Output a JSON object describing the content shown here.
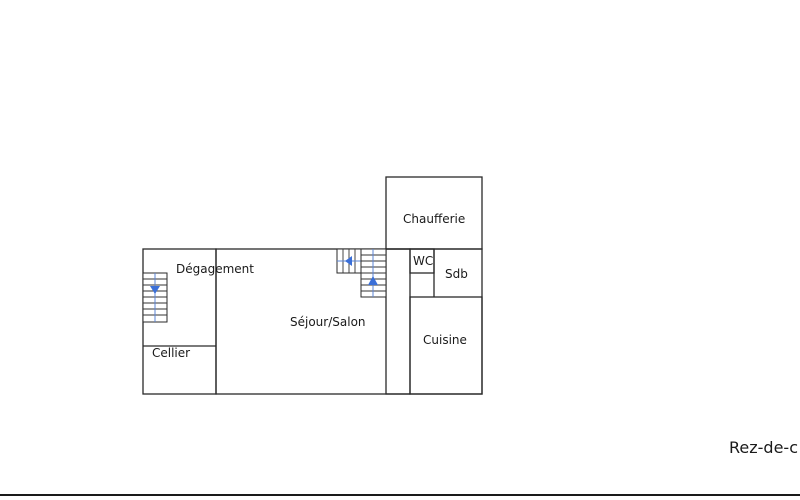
{
  "plan": {
    "floor_name": "Rez-de-c",
    "rooms": {
      "degagement": "Dégagement",
      "cellier": "Cellier",
      "sejour": "Séjour/Salon",
      "chaufferie": "Chaufferie",
      "wc": "WC",
      "sdb": "Sdb",
      "cuisine": "Cuisine"
    },
    "stairs": [
      {
        "id": "stair-degagement",
        "direction": "down"
      },
      {
        "id": "stair-sejour-left",
        "direction": "left"
      },
      {
        "id": "stair-sejour-right",
        "direction": "up"
      }
    ],
    "colors": {
      "wall": "#2a2a2a",
      "stair_arrow": "#3a6fd8"
    }
  }
}
